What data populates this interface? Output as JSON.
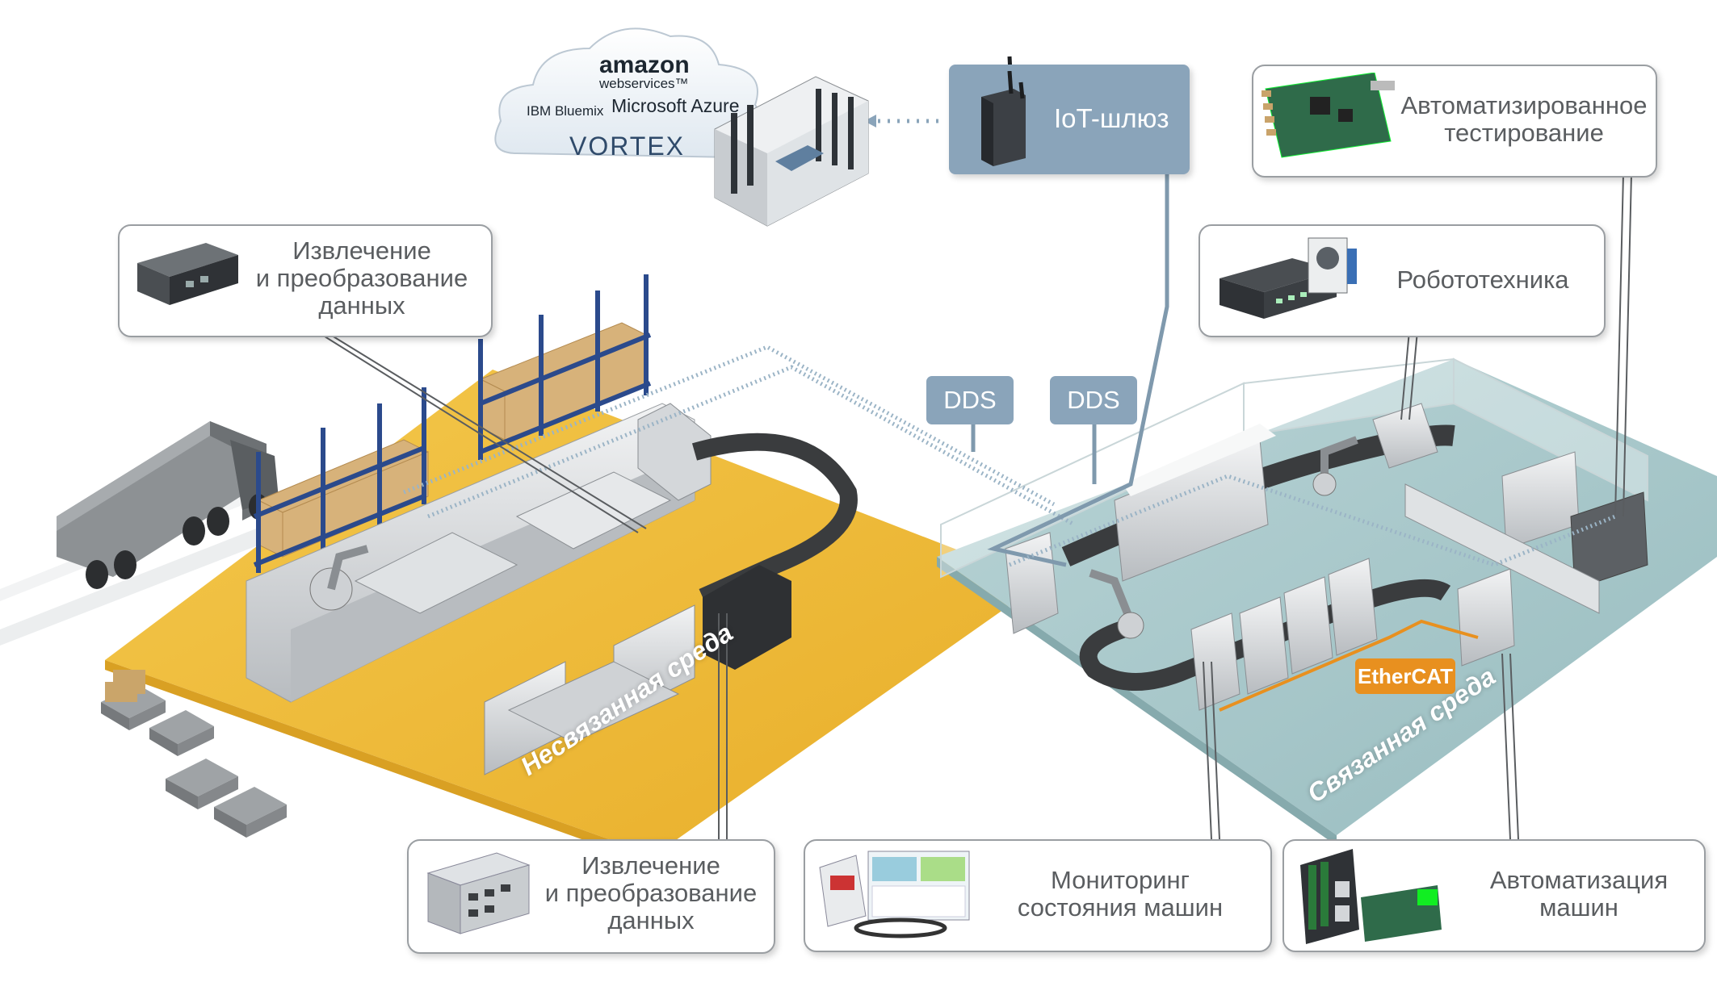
{
  "cloud": {
    "amazon": "amazon",
    "webservices": "webservices™",
    "ibm": "IBM Bluemix",
    "azure": "Microsoft Azure",
    "vortex": "VORTEX"
  },
  "iot_gateway": {
    "label": "IoT-шлюз"
  },
  "dds_tags": [
    "DDS",
    "DDS"
  ],
  "ethercat": "EtherCAT",
  "environments": {
    "unconnected": "Несвязанная среда",
    "connected": "Связанная среда"
  },
  "callouts": {
    "extract_top": "Извлечение\nи преобразование\nданных",
    "extract_bottom": "Извлечение\nи преобразование\nданных",
    "robotics": "Робототехника",
    "auto_testing": "Автоматизированное\nтестирование",
    "monitoring": "Мониторинг\nсостояния машин",
    "automation": "Автоматизация\nмашин"
  },
  "colors": {
    "unconnected_floor": "#f2bf3c",
    "connected_floor": "#a9c8c9",
    "tag_blue": "#8aa4ba",
    "ethercat_orange": "#e8901f",
    "callout_border": "#9a9ea2"
  }
}
